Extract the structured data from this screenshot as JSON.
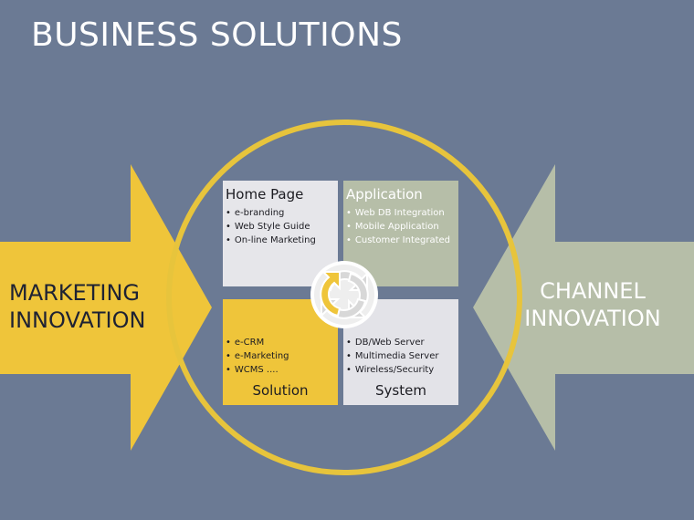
{
  "title": "BUSINESS SOLUTIONS",
  "left_arrow": {
    "line1": "MARKETING",
    "line2": "INNOVATION"
  },
  "right_arrow": {
    "line1": "CHANNEL",
    "line2": "INNOVATION"
  },
  "quadrants": {
    "home": {
      "title": "Home Page",
      "items": [
        "e-branding",
        "Web Style Guide",
        "On-line Marketing"
      ]
    },
    "application": {
      "title": "Application",
      "items": [
        "Web DB Integration",
        "Mobile Application",
        "Customer Integrated"
      ]
    },
    "solution": {
      "title": "Solution",
      "items": [
        "e-CRM",
        "e-Marketing",
        "WCMS ...."
      ]
    },
    "system": {
      "title": "System",
      "items": [
        "DB/Web Server",
        "Multimedia Server",
        "Wireless/Security"
      ]
    }
  },
  "center_icon": "cycle-arrows-icon",
  "colors": {
    "background": "#6b7a94",
    "yellow": "#efc53a",
    "sage": "#b6bea8",
    "light": "#e6e6ea",
    "ring": "#e7c43c"
  }
}
